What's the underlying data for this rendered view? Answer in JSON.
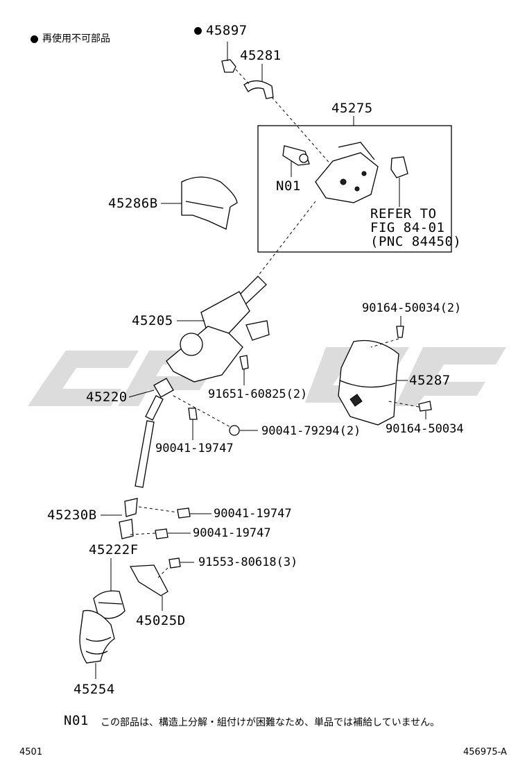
{
  "legend": {
    "marker_label": "再使用不可部品"
  },
  "parts": {
    "p45897": "45897",
    "p45281": "45281",
    "p45275": "45275",
    "n01": "N01",
    "refer_line1": "REFER TO",
    "refer_line2": "FIG 84-01",
    "refer_line3": "(PNC 84450)",
    "p45286b": "45286B",
    "p45205": "45205",
    "p90164_2": "90164-50034(2)",
    "p45287": "45287",
    "p91651": "91651-60825(2)",
    "p45220": "45220",
    "p90041_79294": "90041-79294(2)",
    "p90164": "90164-50034",
    "p90041_a": "90041-19747",
    "p45230b": "45230B",
    "p90041_b": "90041-19747",
    "p90041_c": "90041-19747",
    "p45222f": "45222F",
    "p91553": "91553-80618(3)",
    "p45025d": "45025D",
    "p45254": "45254"
  },
  "note": {
    "code": "N01",
    "text": "この部品は、構造上分解・組付けが困難なため、単品では補給していません。"
  },
  "footer": {
    "left": "4501",
    "right": "456975-A"
  },
  "watermark_color": "#d9d9d9"
}
